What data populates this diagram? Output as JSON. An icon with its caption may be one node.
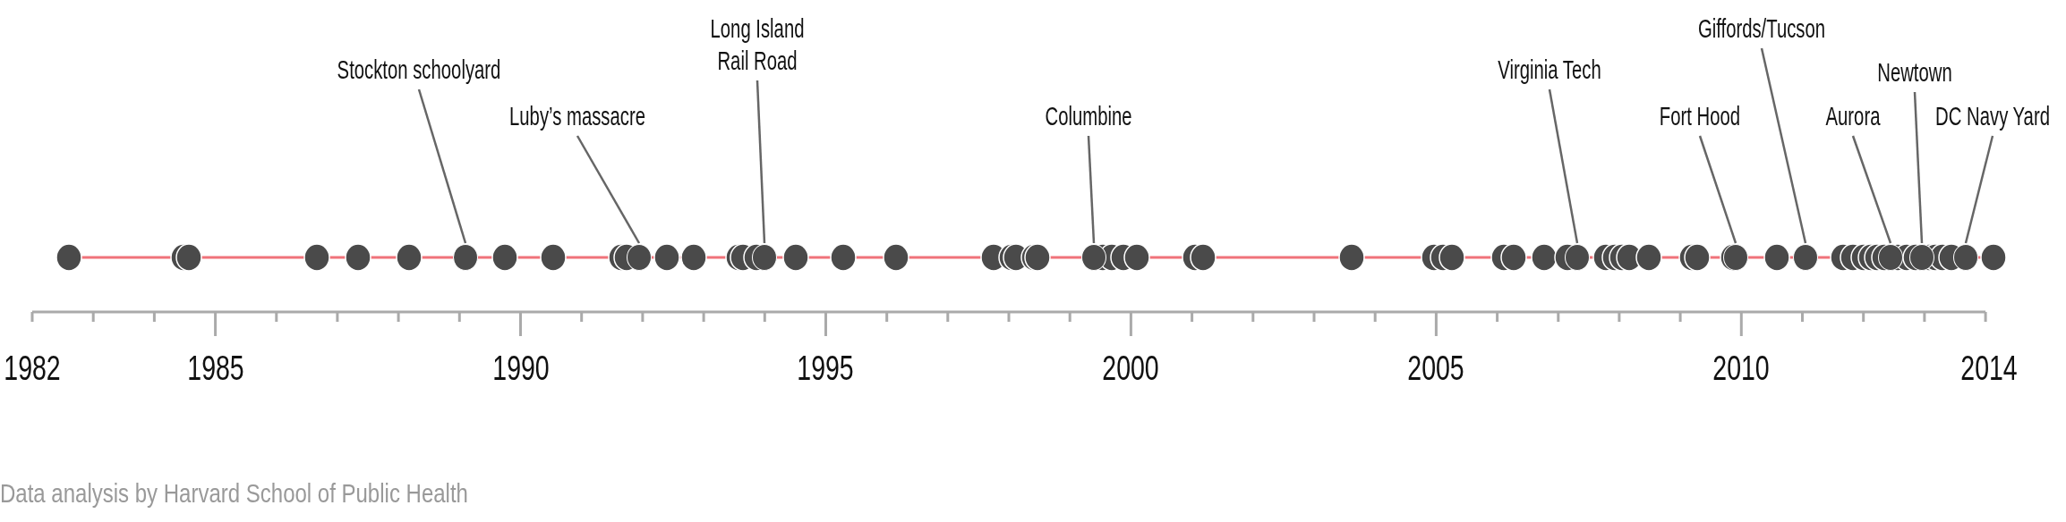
{
  "diagram": {
    "caption": "Data analysis by Harvard School of Public Health",
    "nodes": [
      {
        "text": [
          "Stockton schoolyard"
        ]
      },
      {
        "text": [
          "Luby’s massacre"
        ]
      },
      {
        "text": [
          "Long Island Rail Road"
        ]
      },
      {
        "text": [
          "Columbine"
        ]
      },
      {
        "text": [
          "Virginia Tech"
        ]
      },
      {
        "text": [
          "Fort Hood"
        ]
      },
      {
        "text": [
          "Giffords/Tucson"
        ]
      },
      {
        "text": [
          "Aurora"
        ]
      },
      {
        "text": [
          "Newtown"
        ]
      },
      {
        "text": [
          "DC Navy Yard"
        ]
      },
      {
        "text": [],
        "shape": "circle"
      },
      {
        "text": [],
        "shape": "circle"
      },
      {
        "text": [],
        "shape": "circle"
      },
      {
        "text": [],
        "shape": "circle"
      },
      {
        "text": [],
        "shape": "circle"
      },
      {
        "text": [],
        "shape": "circle"
      },
      {
        "text": [],
        "shape": "circle"
      },
      {
        "text": [],
        "shape": "circle"
      },
      {
        "text": [],
        "shape": "circle"
      },
      {
        "text": [],
        "shape": "circle"
      }
    ],
    "edges": [
      {
        "from": 0,
        "to": 10,
        "arrow": "none"
      },
      {
        "from": 1,
        "to": 11,
        "arrow": "none"
      },
      {
        "from": 2,
        "to": 12,
        "arrow": "none"
      },
      {
        "from": 3,
        "to": 13,
        "arrow": "none"
      },
      {
        "from": 4,
        "to": 14,
        "arrow": "none"
      },
      {
        "from": 5,
        "to": 15,
        "arrow": "none"
      },
      {
        "from": 6,
        "to": 16,
        "arrow": "none"
      },
      {
        "from": 7,
        "to": 17,
        "arrow": "none"
      },
      {
        "from": 8,
        "to": 18,
        "arrow": "none"
      },
      {
        "from": 9,
        "to": 19,
        "arrow": "none"
      }
    ],
    "labels": [
      "1982",
      "1985",
      "1990",
      "1995",
      "2000",
      "2005",
      "2010",
      "2014"
    ]
  }
}
